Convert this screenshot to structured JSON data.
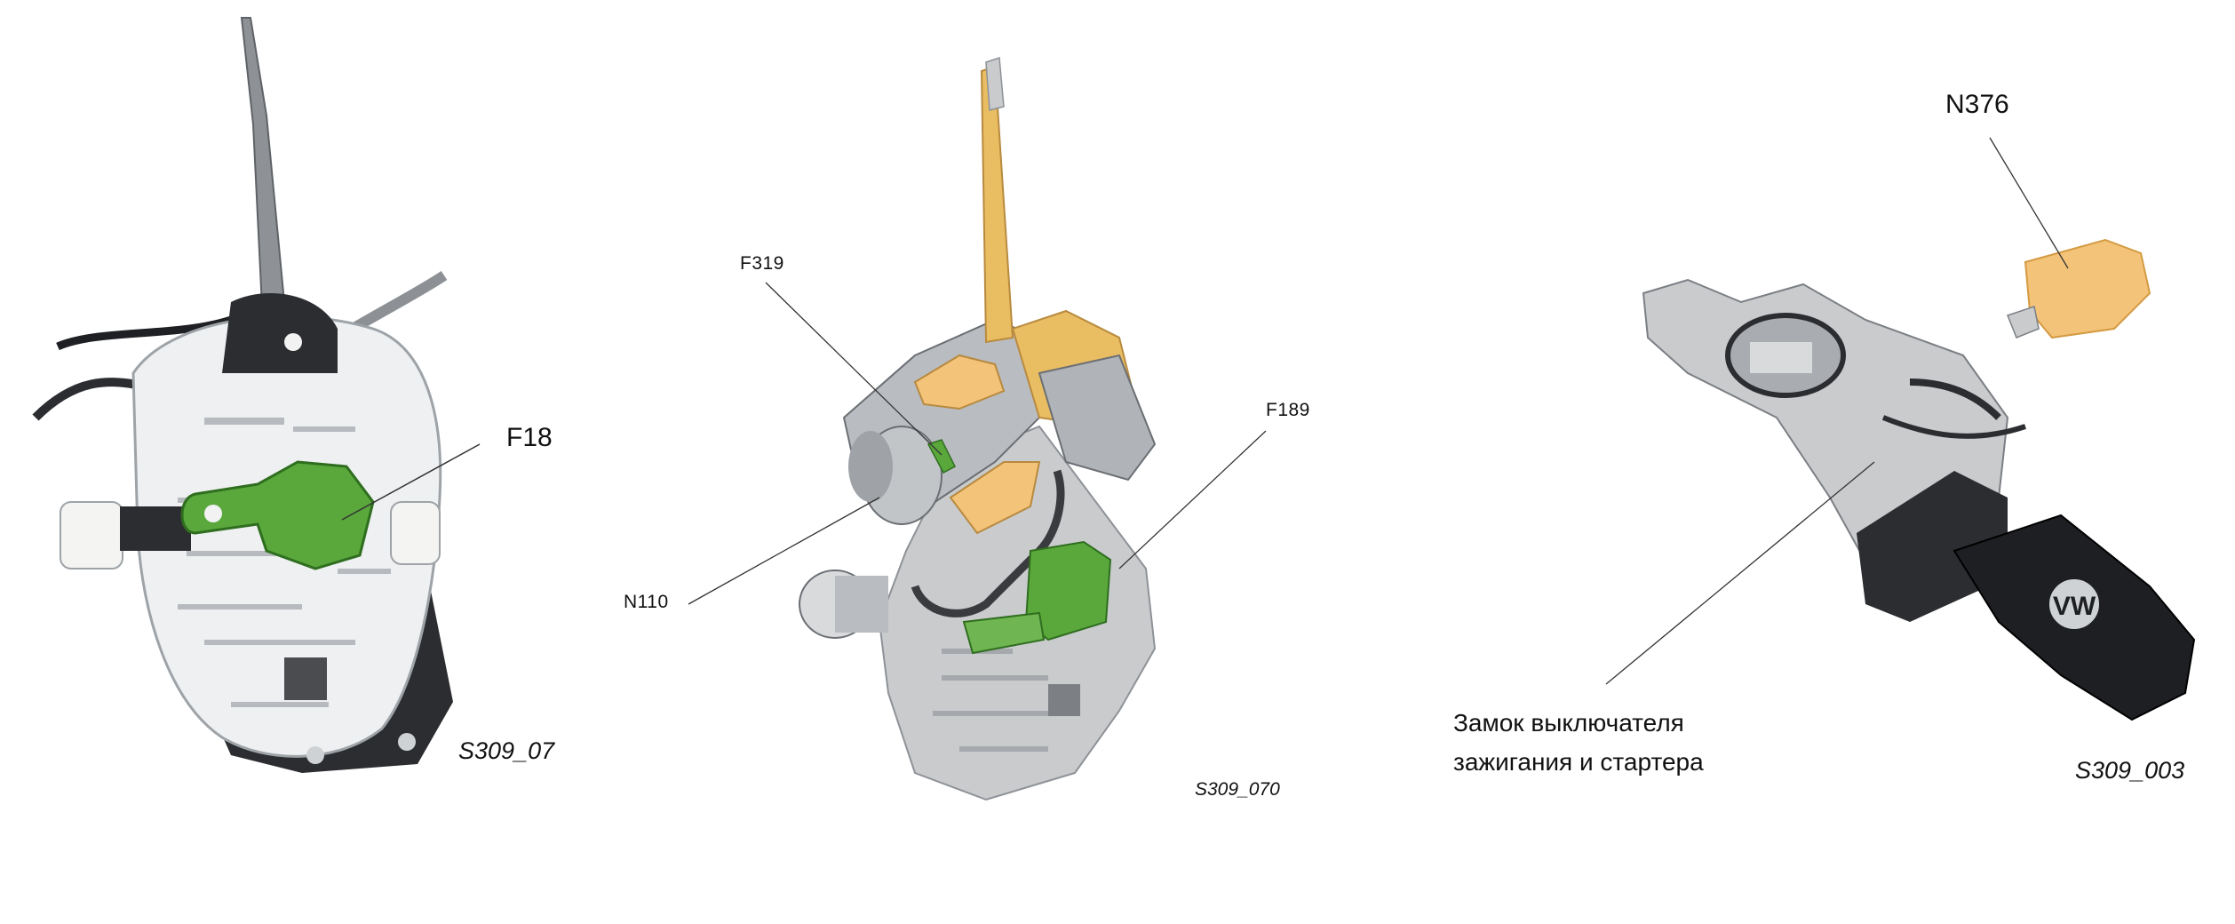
{
  "figures": [
    {
      "component": "selector-lever-module",
      "callouts": [
        {
          "text": "F18"
        }
      ],
      "caption": "S309_07"
    },
    {
      "component": "gear-shift-mechanism",
      "callouts": [
        {
          "text": "F319"
        },
        {
          "text": "N110"
        },
        {
          "text": "F189"
        }
      ],
      "caption": "S309_070"
    },
    {
      "component": "ignition-lock",
      "callouts": [
        {
          "text": "N376"
        },
        {
          "lines": [
            "Замок выключателя",
            "зажигания и стартера"
          ]
        }
      ],
      "caption": "S309_003"
    }
  ],
  "colors": {
    "highlight_green": "#5aa83c",
    "highlight_orange": "#f3c37a",
    "shaft_yellow": "#e9bd62",
    "metal_grey": "#b9bcc0",
    "board_white": "#f1f2f3",
    "dark_plastic": "#2c2d30",
    "leader_line": "#333333"
  }
}
